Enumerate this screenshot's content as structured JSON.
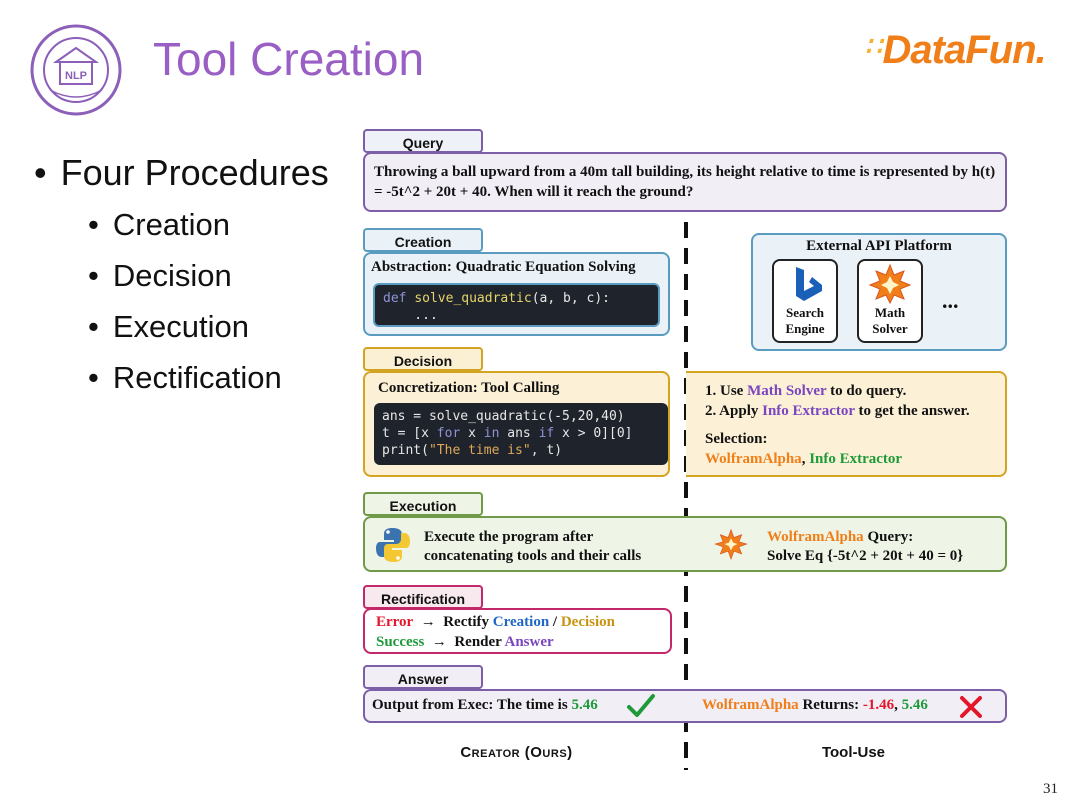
{
  "slide": {
    "title": "Tool Creation",
    "brand": "DataFun.",
    "page_number": "31"
  },
  "bullets": {
    "main": "Four Procedures",
    "items": [
      "Creation",
      "Decision",
      "Execution",
      "Rectification"
    ]
  },
  "diagram": {
    "query": {
      "tag": "Query",
      "text": "Throwing a ball upward from a 40m tall building, its height relative to time is represented by h(t) = -5t^2 + 20t + 40. When will it reach the ground?"
    },
    "creation": {
      "tag": "Creation",
      "heading": "Abstraction: Quadratic Equation Solving",
      "code_kw": "def",
      "code_fn": "solve_quadratic",
      "code_args": "(a, b, c):",
      "code_line2": "    ..."
    },
    "external": {
      "title": "External API Platform",
      "search_label1": "Search",
      "search_label2": "Engine",
      "math_label1": "Math",
      "math_label2": "Solver",
      "more": "..."
    },
    "decision": {
      "tag": "Decision",
      "heading": "Concretization: Tool Calling",
      "code_line1": "ans = solve_quadratic(-5,20,40)",
      "code_line2_a": "t = [x ",
      "code_line2_for": "for",
      "code_line2_b": " x ",
      "code_line2_in": "in",
      "code_line2_c": " ans ",
      "code_line2_if": "if",
      "code_line2_d": " x > 0][0]",
      "code_line3_a": "print(",
      "code_line3_str": "\"The time is\"",
      "code_line3_b": ", t)",
      "step1_a": "1. Use ",
      "step1_tool": "Math Solver",
      "step1_b": " to do query.",
      "step2_a": "2. Apply ",
      "step2_tool": "Info Extractor",
      "step2_b": " to get the answer.",
      "selection_label": "Selection:",
      "selection_a": "WolframAlpha",
      "selection_sep": ", ",
      "selection_b": "Info Extractor"
    },
    "execution": {
      "tag": "Execution",
      "left_line1": "Execute the program after",
      "left_line2": "concatenating tools and their calls",
      "right_tool": "WolframAlpha",
      "right_line1": " Query:",
      "right_line2": "Solve Eq {-5t^2 + 20t + 40 = 0}"
    },
    "rectification": {
      "tag": "Rectification",
      "error": "Error",
      "arrow": "→",
      "rectify": "Rectify ",
      "creation": "Creation",
      "slash": " / ",
      "decision": "Decision",
      "success": "Success",
      "render": "Render ",
      "answer": "Answer"
    },
    "answer": {
      "tag": "Answer",
      "left_text": "Output from Exec: The time is ",
      "left_value": "5.46",
      "right_tool": "WolframAlpha",
      "right_text": " Returns: ",
      "right_value1": "-1.46",
      "right_sep": ", ",
      "right_value2": "5.46"
    },
    "footer": {
      "left": "Creator (Ours)",
      "right": "Tool-Use"
    }
  },
  "colors": {
    "title": "#9a5fc4",
    "query_border": "#7c5fa6",
    "creation_border": "#5a9cc0",
    "decision_border": "#d3a322",
    "execution_border": "#6f9a48",
    "rectification_border": "#c2286a",
    "answer_border": "#7c5fa6"
  }
}
